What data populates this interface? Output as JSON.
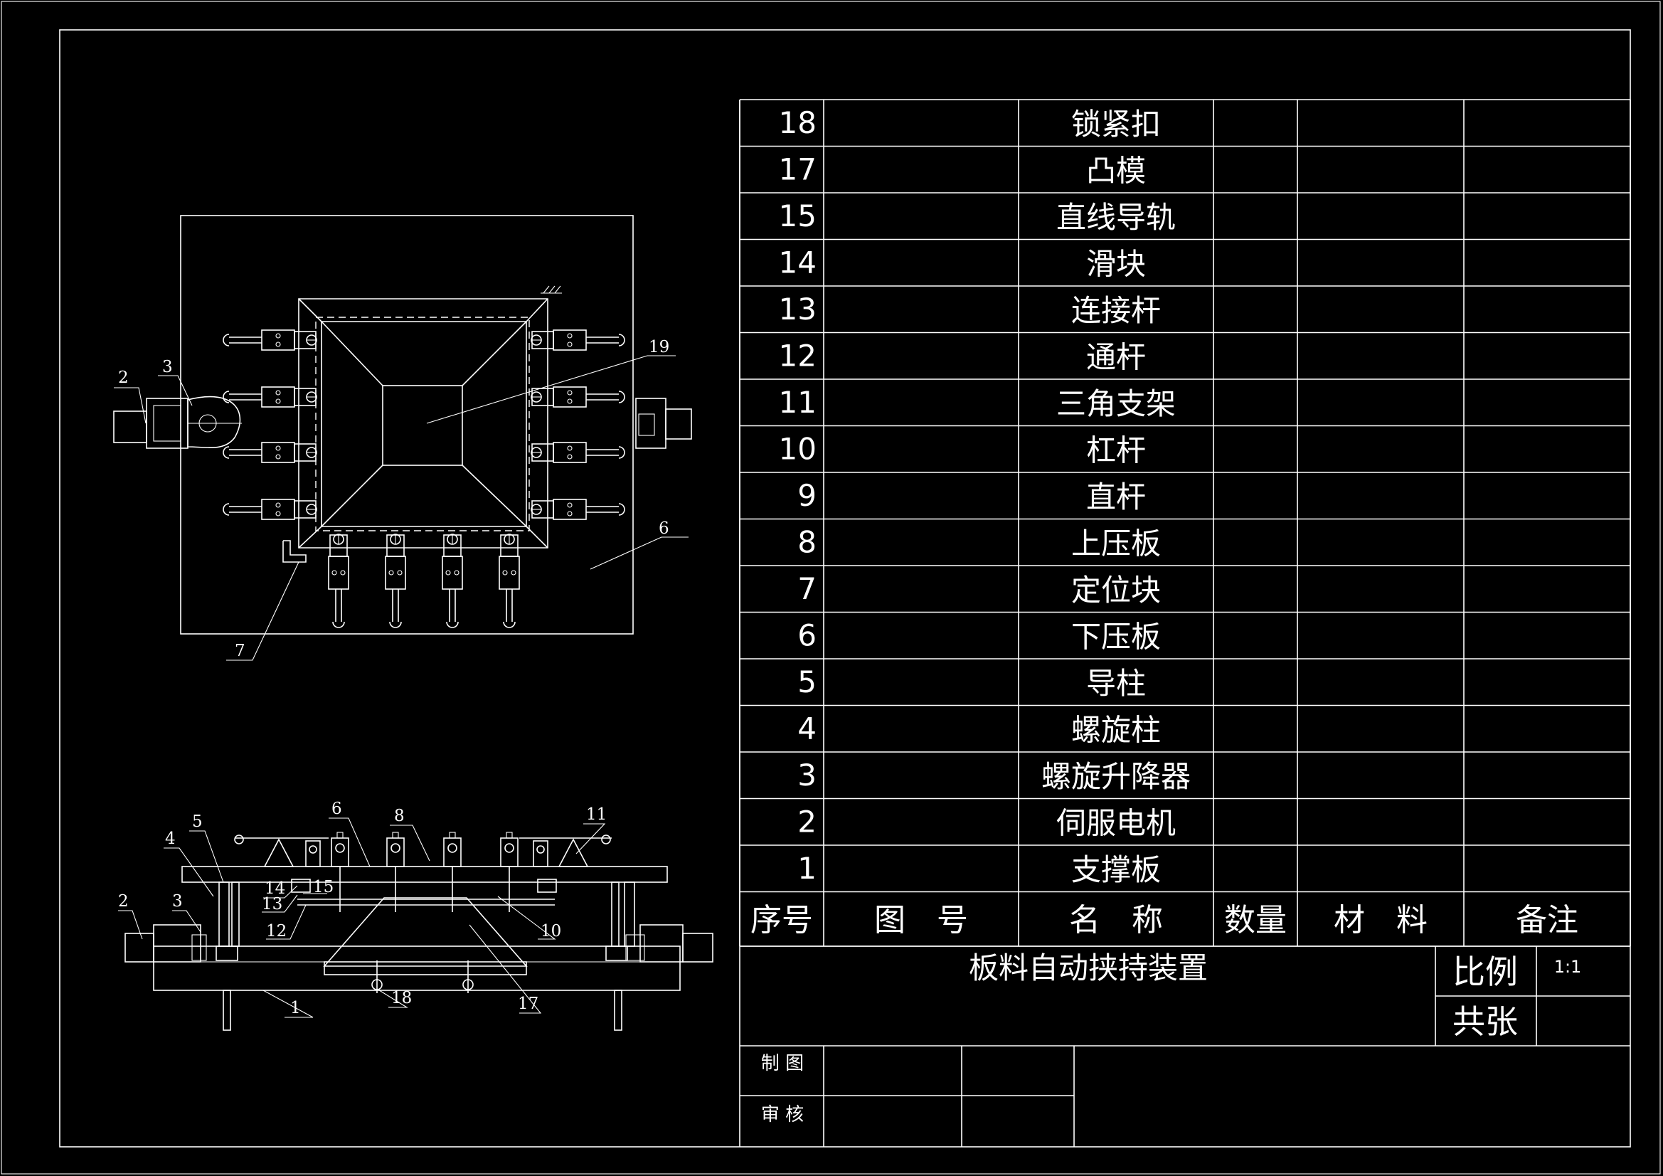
{
  "parts_list": {
    "rows": [
      {
        "no": "18",
        "name": "锁紧扣"
      },
      {
        "no": "17",
        "name": "凸模"
      },
      {
        "no": "15",
        "name": "直线导轨"
      },
      {
        "no": "14",
        "name": "滑块"
      },
      {
        "no": "13",
        "name": "连接杆"
      },
      {
        "no": "12",
        "name": "通杆"
      },
      {
        "no": "11",
        "name": "三角支架"
      },
      {
        "no": "10",
        "name": "杠杆"
      },
      {
        "no": "9",
        "name": "直杆"
      },
      {
        "no": "8",
        "name": "上压板"
      },
      {
        "no": "7",
        "name": "定位块"
      },
      {
        "no": "6",
        "name": "下压板"
      },
      {
        "no": "5",
        "name": "导柱"
      },
      {
        "no": "4",
        "name": "螺旋柱"
      },
      {
        "no": "3",
        "name": "螺旋升降器"
      },
      {
        "no": "2",
        "name": "伺服电机"
      },
      {
        "no": "1",
        "name": "支撑板"
      }
    ],
    "header": {
      "seq": "序号",
      "drawing_no": "图　号",
      "name": "名　称",
      "qty": "数量",
      "material": "材　料",
      "remark": "备注"
    }
  },
  "title_block": {
    "title": "板料自动挟持装置",
    "scale_label": "比例",
    "scale_value": "1:1",
    "sheets_label": "共张",
    "drawn_by_label": "制 图",
    "checked_by_label": "审 核"
  },
  "top_view_labels": [
    "2",
    "3",
    "19",
    "6",
    "7"
  ],
  "front_view_labels": [
    "5",
    "4",
    "6",
    "8",
    "11",
    "14",
    "15",
    "13",
    "12",
    "2",
    "3",
    "10",
    "1",
    "18",
    "17"
  ]
}
